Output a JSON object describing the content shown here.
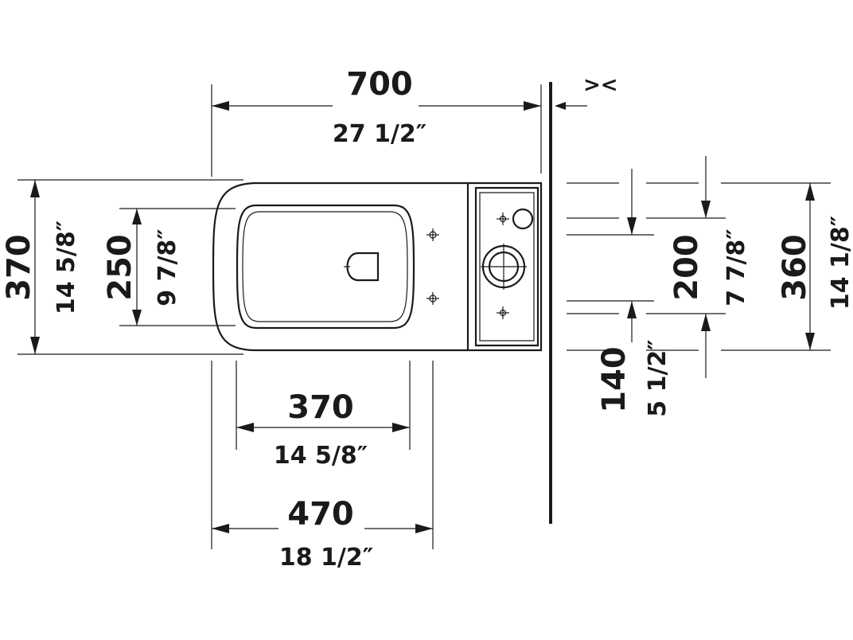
{
  "dimensions": {
    "overall_length": {
      "mm": "700",
      "inch": "27 1/2″"
    },
    "overall_width": {
      "mm": "370",
      "inch": "14 5/8″"
    },
    "seat_opening_width": {
      "mm": "250",
      "inch": "9 7/8″"
    },
    "fixing_holes_spacing": {
      "mm": "370",
      "inch": "14 5/8″"
    },
    "bowl_to_fixing": {
      "mm": "470",
      "inch": "18 1/2″"
    },
    "cistern_top_offset": {
      "mm": "200",
      "inch": "7 7/8″"
    },
    "cistern_bottom_offset": {
      "mm": "140",
      "inch": "5 1/2″"
    },
    "cistern_width": {
      "mm": "360",
      "inch": "14 1/8″"
    }
  },
  "wall_gap_symbol": "><",
  "colors": {
    "line": "#1a1a1a",
    "background": "#ffffff"
  }
}
